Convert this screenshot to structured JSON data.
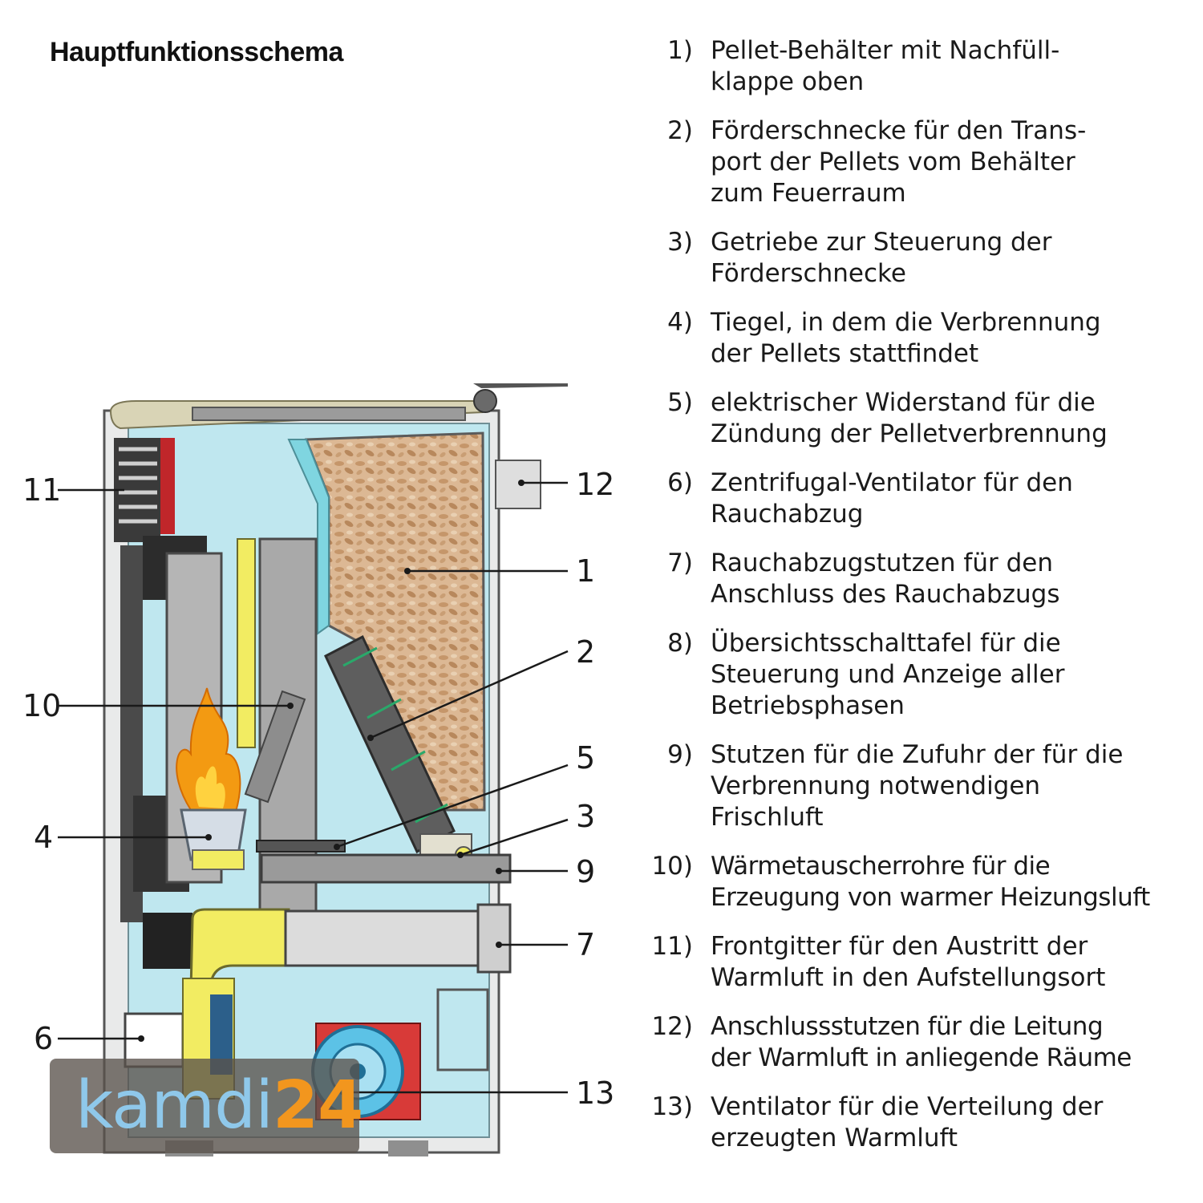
{
  "title": "Hauptfunktionsschema",
  "callouts": [
    "11",
    "10",
    "4",
    "6",
    "12",
    "1",
    "2",
    "5",
    "3",
    "9",
    "7",
    "13"
  ],
  "legend": [
    {
      "num": "1)",
      "text": "Pellet-Behälter mit Nachfüll-\nklappe oben"
    },
    {
      "num": "2)",
      "text": "Förderschnecke für den Trans-\nport der Pellets vom Behälter\nzum Feuerraum"
    },
    {
      "num": "3)",
      "text": "Getriebe zur Steuerung der\nFörderschnecke"
    },
    {
      "num": "4)",
      "text": "Tiegel, in dem die Verbrennung\nder Pellets stattfindet"
    },
    {
      "num": "5)",
      "text": "elektrischer Widerstand für die\nZündung der Pelletverbrennung"
    },
    {
      "num": "6)",
      "text": "Zentrifugal-Ventilator für den\nRauchabzug"
    },
    {
      "num": "7)",
      "text": "Rauchabzugstutzen für den\nAnschluss des Rauchabzugs"
    },
    {
      "num": "8)",
      "text": "Übersichtsschalttafel für die\nSteuerung und Anzeige aller\nBetriebsphasen"
    },
    {
      "num": "9)",
      "text": "Stutzen für die Zufuhr der für die\nVerbrennung notwendigen\nFrischluft"
    },
    {
      "num": "10)",
      "text": "Wärmetauscherrohre für die\nErzeugung von warmer Heizungsluft"
    },
    {
      "num": "11)",
      "text": "Frontgitter für den Austritt der\nWarmluft in den Aufstellungsort"
    },
    {
      "num": "12)",
      "text": "Anschlussstutzen für die Leitung\nder Warmluft in anliegende Räume"
    },
    {
      "num": "13)",
      "text": "Ventilator für die Verteilung der\nerzeugten Warmluft"
    }
  ],
  "watermark": {
    "part1": "kamdi",
    "part2": "24"
  },
  "colors": {
    "pellet": "#d8b48c",
    "interior": "#bfe7ef",
    "pipe": "#a7a7a7",
    "duct": "#f2ec62",
    "fan": "#d83a38",
    "flame": "#f39a12"
  }
}
